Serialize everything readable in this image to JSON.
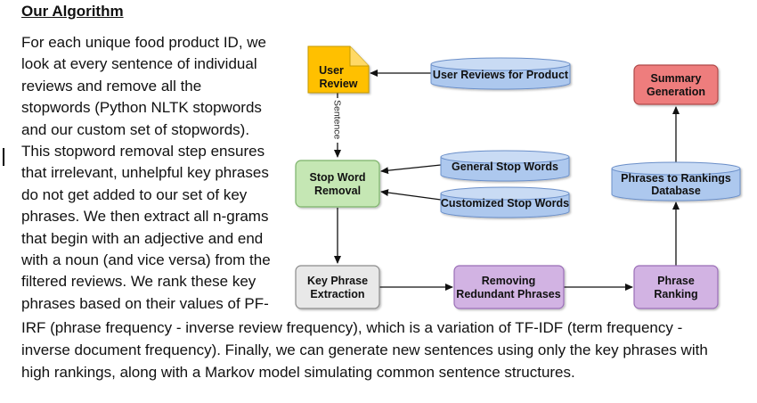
{
  "heading": "Our Algorithm",
  "paragraph_lines": [
    "For each unique food product ID, we",
    "look at every sentence of individual",
    "reviews and remove all the",
    "stopwords (Python NLTK stopwords",
    "and our custom set of stopwords).",
    "This stopword removal step ensures",
    "that irrelevant, unhelpful key phrases",
    "do not get added to our set of key",
    "phrases. We then extract all n-grams",
    "that begin with an adjective and end",
    "with a noun (and vice versa) from the",
    "filtered reviews. We rank these key",
    "phrases based on their values of PF-",
    "IRF (phrase frequency - inverse review frequency), which is a variation of TF-IDF (term frequency -",
    "inverse document frequency). Finally, we can generate new sentences using only the key phrases with",
    "high rankings, along with a Markov model simulating common sentence structures."
  ],
  "diagram": {
    "nodes": {
      "user_review": {
        "line1": "User",
        "line2": "Review"
      },
      "user_reviews_for_product": {
        "label": "User Reviews for Product"
      },
      "stop_word_removal": {
        "line1": "Stop Word",
        "line2": "Removal"
      },
      "general_stop_words": {
        "label": "General Stop Words"
      },
      "customized_stop_words": {
        "label": "Customized Stop Words"
      },
      "key_phrase_extraction": {
        "line1": "Key Phrase",
        "line2": "Extraction"
      },
      "removing_redundant_phrases": {
        "line1": "Removing",
        "line2": "Redundant Phrases"
      },
      "phrase_ranking": {
        "line1": "Phrase",
        "line2": "Ranking"
      },
      "phrases_to_rankings_database": {
        "line1": "Phrases to Rankings",
        "line2": "Database"
      },
      "summary_generation": {
        "line1": "Summary",
        "line2": "Generation"
      }
    },
    "edge_labels": {
      "sentence": "Sentence"
    },
    "colors": {
      "document_fill": "#ffc000",
      "database_fill": "#adc8ee",
      "database_stroke": "#6b8fc9",
      "green_fill": "#c5e7b4",
      "green_stroke": "#7cb26a",
      "gray_fill": "#e8e8e8",
      "gray_stroke": "#8a8a8a",
      "purple_fill": "#d2b3e3",
      "purple_stroke": "#9a6eb7",
      "red_fill": "#ee7d7d",
      "red_stroke": "#b04a4a",
      "arrow": "#111111"
    }
  }
}
